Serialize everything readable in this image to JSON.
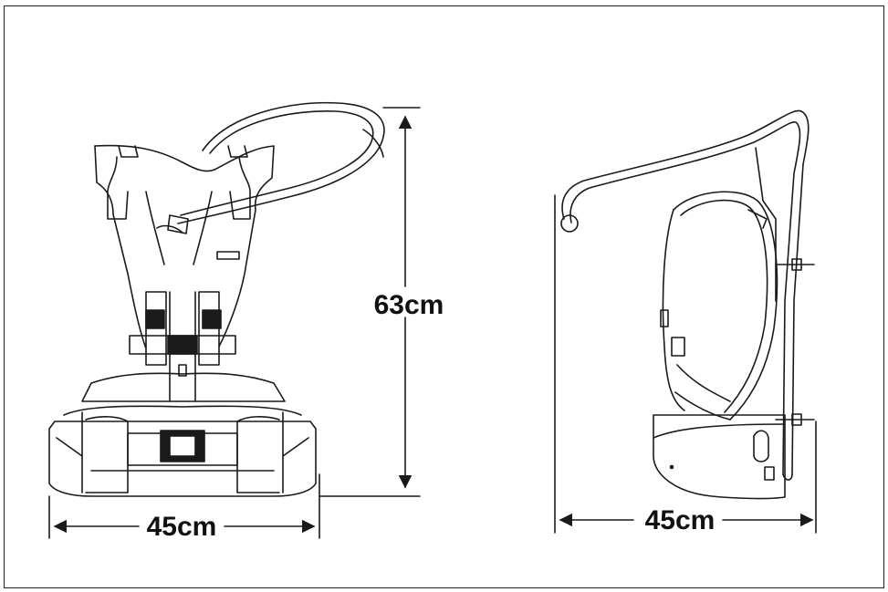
{
  "front_view": {
    "height_label": "63cm",
    "width_label": "45cm"
  },
  "side_view": {
    "depth_label": "45cm"
  },
  "colors": {
    "line": "#1a1a1a",
    "background": "#ffffff"
  }
}
